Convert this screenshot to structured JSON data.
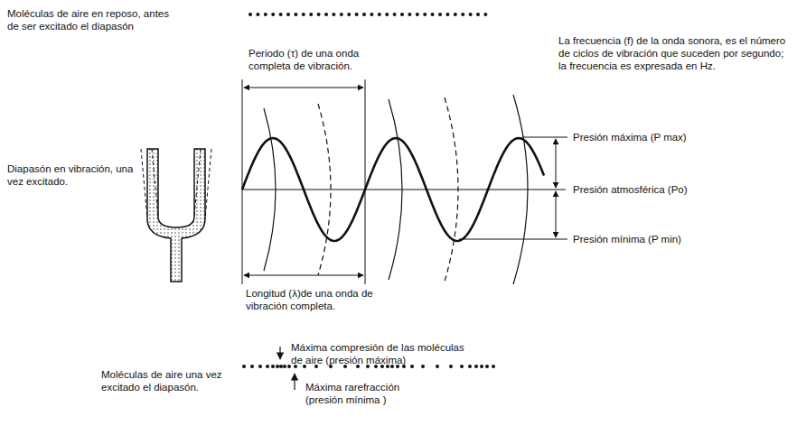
{
  "diagram": {
    "labels": [
      "Moléculas de aire en reposo, antes de ser excitado el diapasón",
      "Periodo (τ) de una onda completa de vibración.",
      "La frecuencia (f) de la onda sonora, es el número de ciclos de vibración que suceden por segundo; la frecuencia es expresada en Hz.",
      "Diapasón en vibración, una vez excitado.",
      "Presión máxima (P max)",
      "Presión atmosférica (Po)",
      "Presión mínima (P min)",
      "Longitud (λ)de una onda de vibración completa.",
      "Máxima compresión de las moléculas de aire (presión máxima)",
      "Moléculas de aire una vez excitado el diapasón.",
      "Máxima rarefracción (presión mínima )"
    ]
  }
}
